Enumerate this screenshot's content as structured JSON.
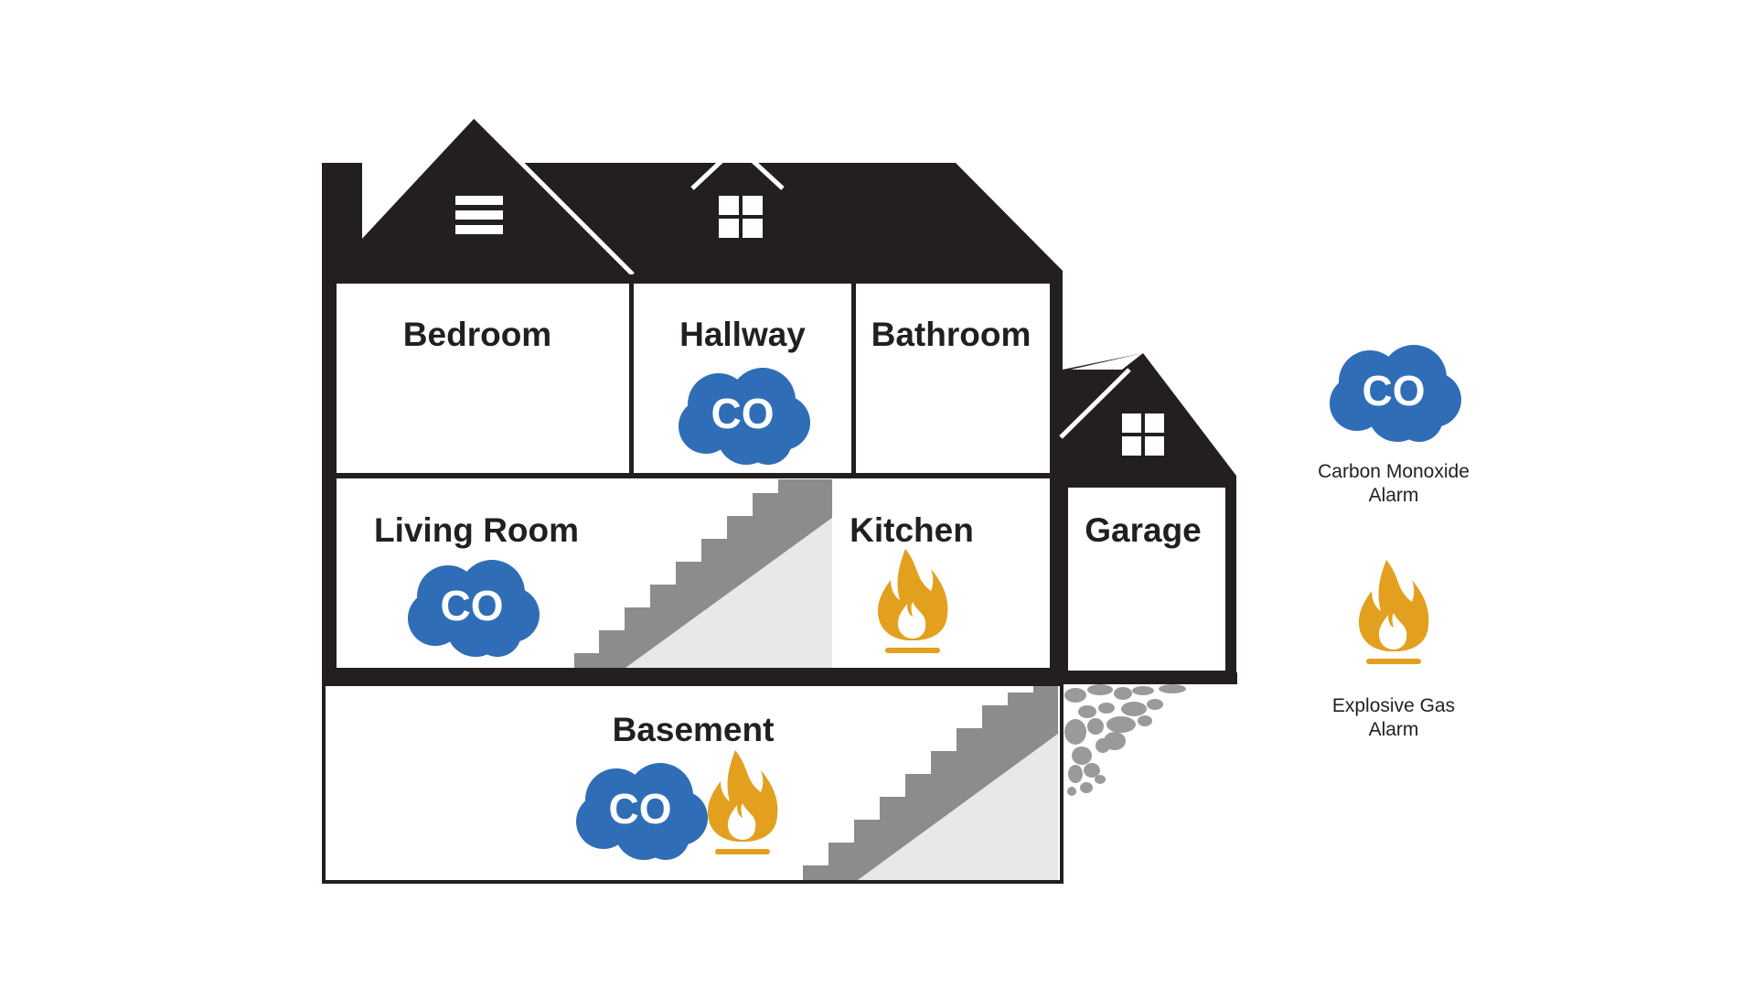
{
  "rooms": {
    "bedroom": "Bedroom",
    "hallway": "Hallway",
    "bathroom": "Bathroom",
    "living_room": "Living Room",
    "kitchen": "Kitchen",
    "garage": "Garage",
    "basement": "Basement"
  },
  "icon_text": {
    "co": "CO"
  },
  "legend": {
    "co_line1": "Carbon Monoxide",
    "co_line2": "Alarm",
    "gas_line1": "Explosive Gas",
    "gas_line2": "Alarm"
  },
  "colors": {
    "house": "#231f20",
    "co_blue": "#2f6db7",
    "gas_orange": "#e3a01f",
    "stairs": "#8c8c8c",
    "stair_fill": "#e8e8e8",
    "gravel": "#9a9a9a"
  },
  "icons": [
    "co-cloud-icon",
    "explosive-gas-flame-icon",
    "window-icon",
    "vent-icon",
    "stairs",
    "gravel"
  ]
}
